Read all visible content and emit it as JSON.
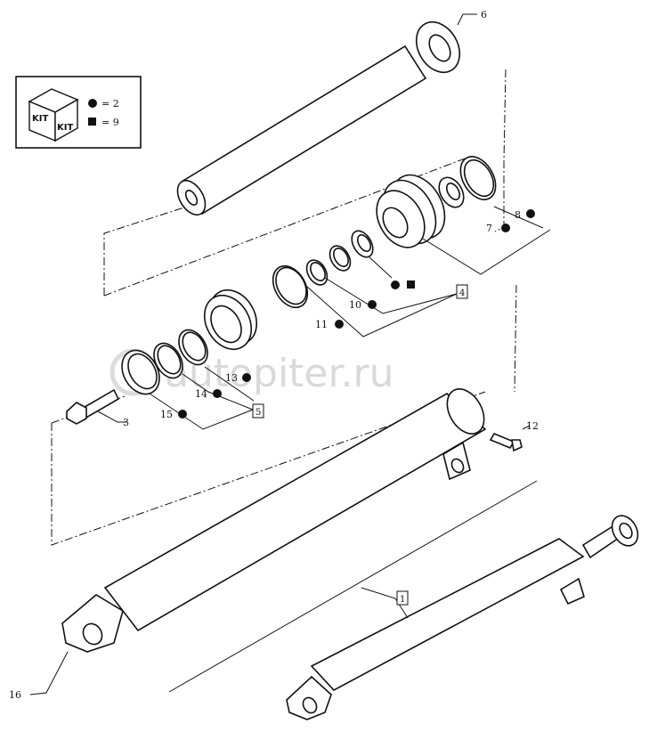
{
  "diagram": {
    "watermark": "autopiter.ru",
    "kit_legend": {
      "kit_word": "KIT",
      "entries": [
        {
          "symbol": "circle",
          "text": "= 2"
        },
        {
          "symbol": "square",
          "text": "= 9"
        }
      ]
    },
    "callouts": {
      "p1": "1",
      "p3": "3",
      "p4": "4",
      "p5": "5",
      "p6": "6",
      "p7": "7",
      "p8": "8",
      "p10": "10",
      "p11": "11",
      "p12": "12",
      "p13": "13",
      "p14": "14",
      "p15": "15",
      "p16": "16"
    }
  }
}
